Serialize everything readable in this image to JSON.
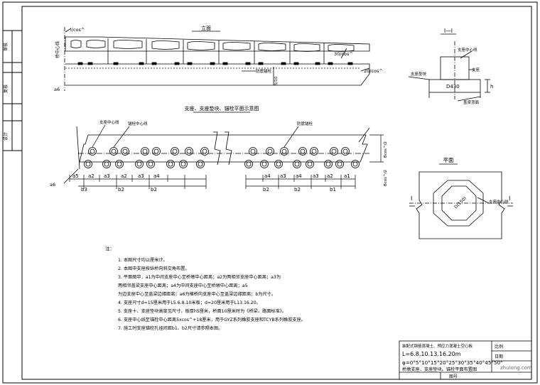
{
  "side_labels": [
    "审核",
    "复核",
    "设计"
  ],
  "elevation": {
    "title": "立面",
    "center_line_label": "桥中心线",
    "left_slope": "i/cos^",
    "mid_slope": "30/cos^",
    "right_slope": "20/cos^",
    "pad_label": "防震锚栓",
    "gap_label": "5/10",
    "side_mark": "a6"
  },
  "plan_section": {
    "title": "支座、支座垫块、锚栓平面示意图",
    "center_label": "支座中心线",
    "anchor_label": "锚栓中心线",
    "pad_label": "防震锚栓",
    "side_mark": "a6",
    "dim_right_top": "Bcos^/2",
    "dim_right_bottom": "Bcos^/2",
    "a_dims_left": [
      "a5",
      "a2",
      "a3",
      "a2",
      "a3",
      "a4"
    ],
    "b_dims_left": [
      "b3",
      "b2",
      "b2"
    ],
    "a_dims_right": [
      "a4",
      "a3",
      "a4",
      "a3",
      "a2",
      "a1"
    ],
    "b_dims_right": [
      "b2",
      "b2",
      "b1"
    ]
  },
  "section": {
    "title": "I—I",
    "center_label": "支座中心线",
    "pad_label": "支座",
    "anchor_label": "支座垫块",
    "bottom_label": "盖梁顶面",
    "dim_d": "D430",
    "dim_h": "h"
  },
  "plan_view": {
    "title": "平面",
    "inner_label": "D(150)",
    "center_label": "支座中心线",
    "cut_left": "I",
    "cut_right": "I"
  },
  "notes": {
    "header": "注：",
    "items": [
      "1. 本图尺寸均以厘米计。",
      "2. 本图中支座按纵桥向斜交角布置。",
      "3. 平面图中，a1为中间支座中心至桥墩中心距离；a2为两相邻支座中心距离；a3为",
      "   两相邻盖梁支座中心距离；a4为中间支座中心至桥墩中心距离；a5",
      "   为边支座中心至盖梁边缘距离；a6为横桥向支座中心至盖梁边缘距离；b为尺寸。",
      "4. 支座尺寸d=15厘米用于L5.6.8.10米板；d=20厘米用于L13.16.20。",
      "5. 支座十、支座垫块高度见尺寸，板厚h5厘米，桥面10厘米时为《桥梁、路面标准》。",
      "6. 支座中心线至锚栓中心距离5xcos^+18厘米，用于GYZ系列橡胶支座和TCYB系列橡胶支座。",
      "7. 施工时支座锚栓孔径间距b1、b2尺寸请参照本图。"
    ]
  },
  "title_block": {
    "project": "装配式钢筋混凝土、预应力混凝土空心板",
    "spans": "L=6.8.10.13.16.20m",
    "angles": "φ=0°5°10°15°20°25°30°35°40°45°50°",
    "drawing_name": "桥墩支座、支座垫块、锚栓平面布置图",
    "fig_no_label": "图号",
    "scale_label": "比例",
    "date_label": "日期"
  },
  "watermark": "zhulong.com"
}
